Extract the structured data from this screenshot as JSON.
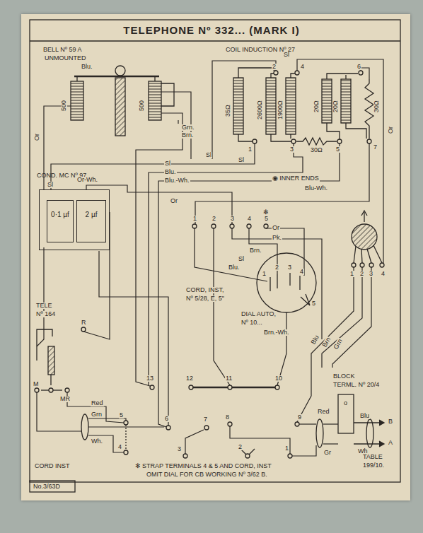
{
  "diagram": {
    "title": "TELEPHONE Nº 332... (MARK I)",
    "nodes": [
      {
        "text": [
          "COND. MC Nº 97"
        ]
      },
      {
        "text": [
          "0·1 µf"
        ],
        "in": 0
      },
      {
        "text": [
          "2 µf"
        ],
        "in": 0
      }
    ],
    "labels": [
      "BELL Nº 59 A",
      "UNMOUNTED",
      "Blu.",
      "500",
      "500",
      "Or",
      "COIL INDUCTION Nº 27",
      "Sl",
      "2",
      "4",
      "6",
      "35Ω",
      "2600Ω",
      "1900Ω",
      "20Ω",
      "20Ω",
      "30Ω",
      "1",
      "3",
      "5",
      "7",
      "30Ω",
      "Sl",
      "Sl",
      "Or",
      "◉ INNER ENDS",
      "Grn.",
      "Brn.",
      "Sl",
      "Or-Wh.",
      "Sl",
      "Blu.",
      "Blu.-Wh.",
      "Blu-Wh.",
      "Or",
      "1",
      "2",
      "3",
      "4",
      "✻",
      "5",
      "Or",
      "Pk.",
      "Brn.",
      "Sl",
      "Blu.",
      "1",
      "2",
      "3",
      "4",
      "5",
      "CORD, INST,",
      "Nº 5/28, E, 5\"",
      "DIAL AUTO,",
      "Nº 10...",
      "1",
      "2",
      "3",
      "4",
      "Brn.-Wh.",
      "Blu",
      "Brn",
      "Grn",
      "TELE",
      "Nº 164",
      "R",
      "M",
      "MR",
      "13",
      "12",
      "11",
      "10",
      "5",
      "6",
      "7",
      "8",
      "9",
      "Red",
      "Grn",
      "Wh.",
      "4",
      "3",
      "2",
      "1",
      "CORD INST",
      "✻ STRAP TERMINALS 4 & 5 AND CORD, INST",
      "OMIT DIAL FOR CB WORKING Nº 3/62 B.",
      "BLOCK",
      "TERML. Nº 20/4",
      "o",
      "Red",
      "Blu",
      "Gr",
      "Wh",
      "B",
      "A",
      "TABLE",
      "199/10.",
      "No.3/63D"
    ]
  }
}
